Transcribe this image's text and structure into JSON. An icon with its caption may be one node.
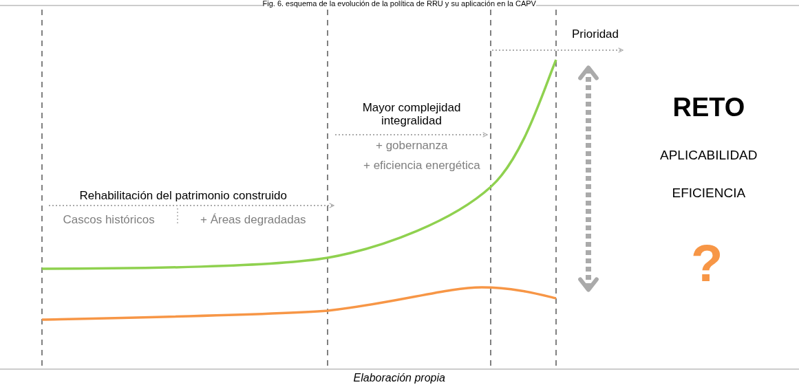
{
  "diagram": {
    "title": "Fig. 6. esquema de la evolución de la política de RRU y su aplicación en la CAPV",
    "caption": "Elaboración propia",
    "labels": [
      "Prioridad",
      "Mayor complejidad integralidad",
      "+ gobernanza",
      "+ eficiencia energética",
      "Rehabilitación del patrimonio construido",
      "Cascos históricos",
      "+ Áreas degradadas",
      "RETO",
      "APLICABILIDAD",
      "EFICIENCIA",
      "?"
    ]
  }
}
